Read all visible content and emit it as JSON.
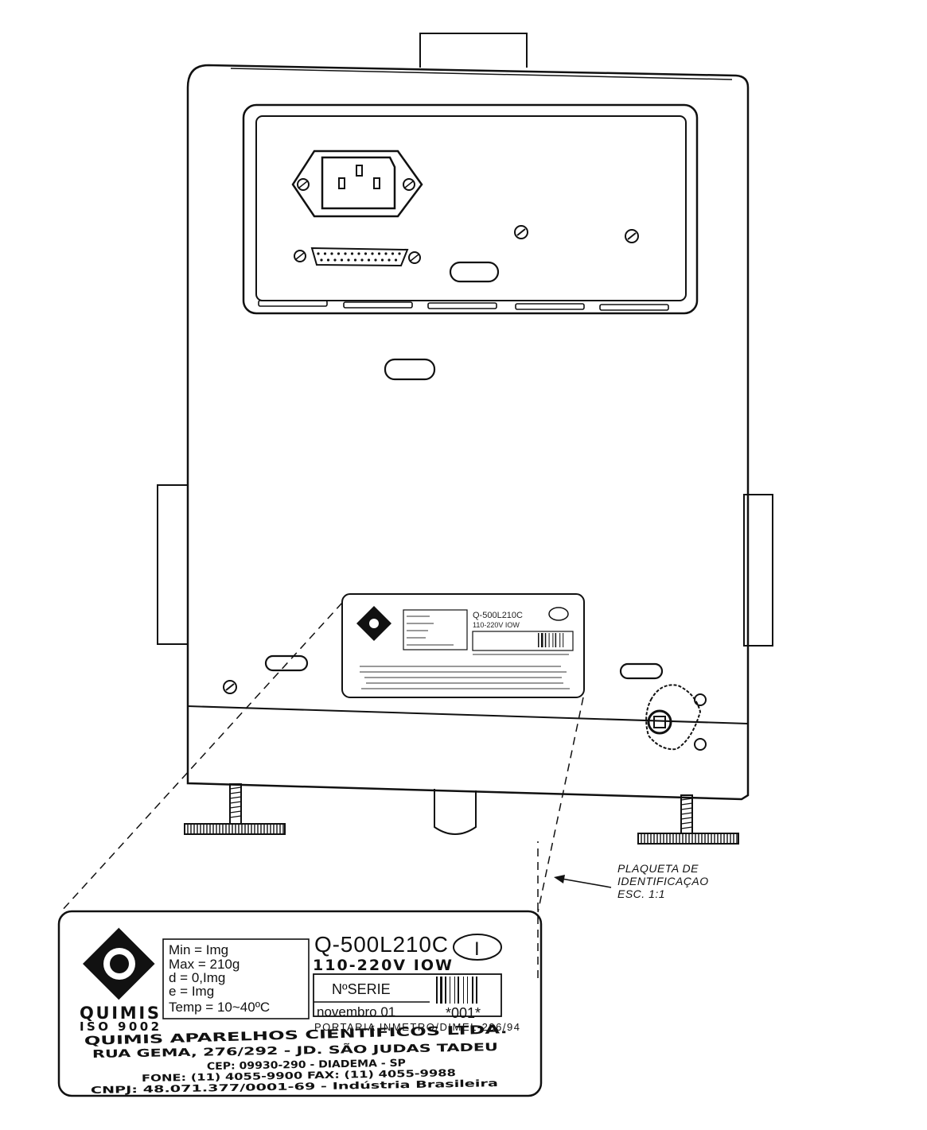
{
  "plate": {
    "logo_text": "QUIMIS",
    "iso_text": "ISO 9002",
    "specs": [
      "Min = Img",
      "Max = 210g",
      "d = 0,Img",
      "e = Img",
      "Temp = 10~40ºC"
    ],
    "model": "Q-500L210C",
    "class_mark": "I",
    "voltage": "110-220V   IOW",
    "serial_label": "NºSERIE",
    "date": "novembro 01",
    "serial_number": "*001*",
    "portaria": "PORTARIA INMETRO/DIMEL-236/94",
    "company_lines": [
      "QUIMIS APARELHOS CIENTÍFICOS LTDA.",
      "RUA GEMA, 276/292 - JD. SÃO JUDAS TADEU",
      "CEP: 09930-290 - DIADEMA - SP",
      "FONE: (11) 4055-9900 FAX: (11) 4055-9988",
      "CNPJ: 48.071.377/0001-69 - Indústria Brasileira"
    ]
  },
  "caption": {
    "lines": [
      "PLAQUETA DE",
      "IDENTIFICAÇAO",
      "ESC. 1:1"
    ]
  }
}
